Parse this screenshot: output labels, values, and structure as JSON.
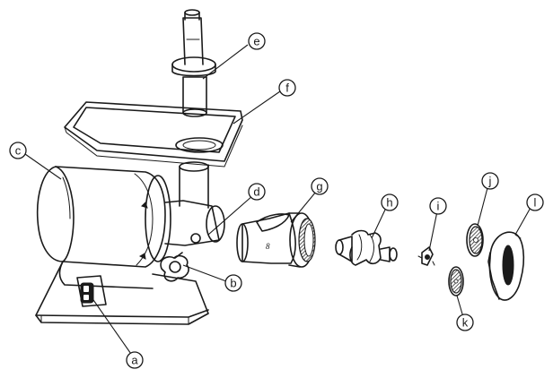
{
  "callouts": [
    {
      "id": "a",
      "label": "a",
      "part": "on-off switch"
    },
    {
      "id": "b",
      "label": "b",
      "part": "locking knob"
    },
    {
      "id": "c",
      "label": "c",
      "part": "motor housing"
    },
    {
      "id": "d",
      "label": "d",
      "part": "grinder head socket"
    },
    {
      "id": "e",
      "label": "e",
      "part": "food pusher"
    },
    {
      "id": "f",
      "label": "f",
      "part": "feeding tray"
    },
    {
      "id": "g",
      "label": "g",
      "part": "grinder head"
    },
    {
      "id": "h",
      "label": "h",
      "part": "feed screw"
    },
    {
      "id": "i",
      "label": "i",
      "part": "cutting blade"
    },
    {
      "id": "j",
      "label": "j",
      "part": "cutting plate coarse"
    },
    {
      "id": "k",
      "label": "k",
      "part": "cutting plate fine"
    },
    {
      "id": "l",
      "label": "l",
      "part": "ring nut"
    }
  ]
}
